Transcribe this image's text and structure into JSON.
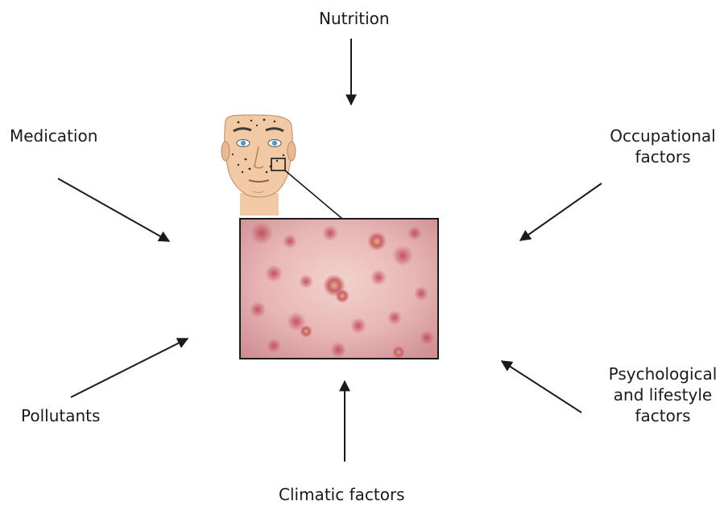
{
  "factors": {
    "nutrition": "Nutrition",
    "medication": "Medication",
    "occupational": [
      "Occupational",
      "factors"
    ],
    "pollutants": "Pollutants",
    "climatic": "Climatic factors",
    "psychological": [
      "Psychological",
      "and lifestyle",
      "factors"
    ]
  },
  "colors": {
    "skin_face": "#f1c9a5",
    "hair": "#3a3a3a",
    "eye": "#4a9bd4",
    "lesion_base": "#e6b4b4",
    "lesion_spot": "#c75a6a",
    "arrow": "#1a1a1a"
  }
}
